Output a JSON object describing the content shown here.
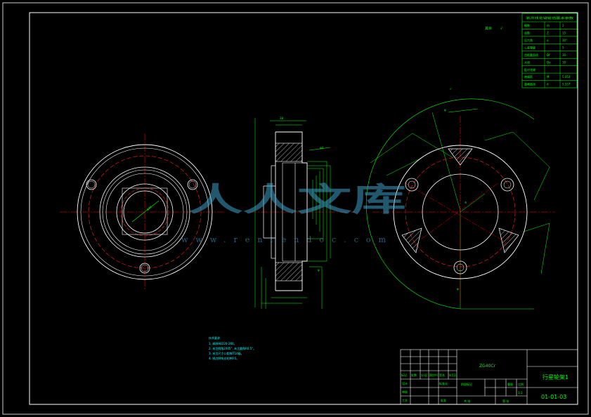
{
  "roughness_note": "其余 ",
  "param_table": {
    "title": "渐开线花键轮齿基本参数",
    "rows": [
      [
        "模数",
        "m",
        "2"
      ],
      [
        "齿数",
        "Z",
        "15"
      ],
      [
        "压力角",
        "α",
        "30°"
      ],
      [
        "公差等级",
        "",
        "5"
      ],
      [
        "齿根圆直径",
        "Df",
        "30"
      ],
      [
        "大径",
        "De",
        "30"
      ],
      [
        "配对花键",
        "",
        ""
      ],
      [
        "跨棒距",
        "M",
        "5.053"
      ],
      [
        "量棒直径",
        "d",
        "5.557"
      ]
    ]
  },
  "tech_requirements": {
    "title": "技术要求",
    "lines": [
      "1. 调质HB220-260。",
      "2. 未注倒角2X45°, 未注圆角R0.5°。",
      "3. 未注尺寸公差按IT14级。",
      "4. 锐边倒钝去毛刺0.5。"
    ]
  },
  "title_block": {
    "material": "ZG40Cr",
    "part_name": "行星轮架1",
    "drawing_no": "01-01-03",
    "header_labels": [
      "标记",
      "处数",
      "分 区",
      "更改文件号",
      "签名",
      "年月日"
    ],
    "row_labels": [
      "设计",
      "审核",
      "工艺"
    ],
    "std_label": "标准化",
    "approve_label": "批准",
    "stage_label": "阶段标记",
    "weight_label": "重量",
    "scale_label": "比例",
    "scale_value": "1:1",
    "sheets_total": "共 张",
    "sheet_no": "第 张"
  },
  "watermark": {
    "text": "人人文库",
    "url": "www.renrendoc.com"
  },
  "colors": {
    "frame": "#ffffff",
    "line": "#00ff00",
    "outline": "#ffffff",
    "center": "#ff0000",
    "hidden": "#ff2020",
    "dim": "#00ffff"
  }
}
